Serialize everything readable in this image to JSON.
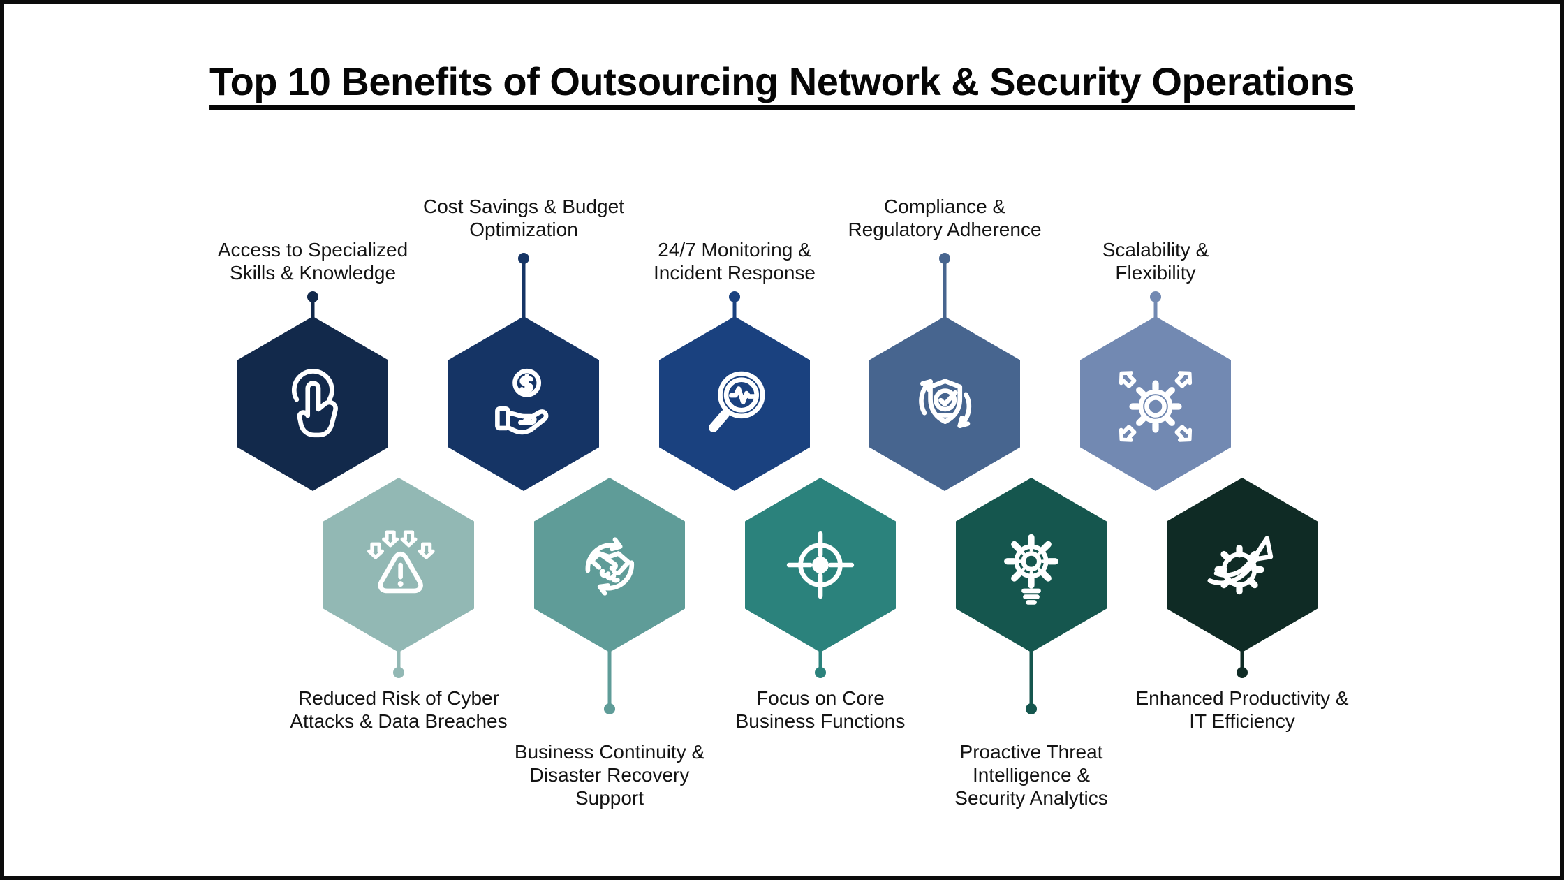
{
  "page": {
    "title": "Top 10 Benefits of Outsourcing Network & Security Operations"
  },
  "colors": {
    "background": "#FFFFFF",
    "frame_border": "#0B0B0B",
    "title_text": "#060606",
    "label_text": "#141414",
    "icon_stroke": "#FFFFFF"
  },
  "items": [
    {
      "label": "Access to Specialized Skills & Knowledge",
      "lines": [
        "Access to Specialized",
        "Skills & Knowledge"
      ],
      "color": "#12294B",
      "icon": "tap-gesture-icon",
      "row": "top"
    },
    {
      "label": "Cost Savings & Budget Optimization",
      "lines": [
        "Cost Savings & Budget",
        "Optimization"
      ],
      "color": "#153465",
      "icon": "money-hand-icon",
      "row": "top"
    },
    {
      "label": "24/7 Monitoring & Incident Response",
      "lines": [
        "24/7 Monitoring &",
        "Incident Response"
      ],
      "color": "#1A417F",
      "icon": "magnifier-pulse-icon",
      "row": "top"
    },
    {
      "label": "Compliance & Regulatory Adherence",
      "lines": [
        "Compliance &",
        "Regulatory Adherence"
      ],
      "color": "#47658F",
      "icon": "shield-check-cycle-icon",
      "row": "top"
    },
    {
      "label": "Scalability & Flexibility",
      "lines": [
        "Scalability &",
        "Flexibility"
      ],
      "color": "#7289B2",
      "icon": "gear-expand-arrows-icon",
      "row": "top"
    },
    {
      "label": "Reduced Risk of Cyber Attacks & Data Breaches",
      "lines": [
        "Reduced Risk of Cyber",
        "Attacks & Data Breaches"
      ],
      "color": "#92B8B4",
      "icon": "warning-triangle-arrows-icon",
      "row": "bottom"
    },
    {
      "label": "Business Continuity & Disaster Recovery Support",
      "lines": [
        "Business Continuity &",
        "Disaster Recovery",
        "Support"
      ],
      "color": "#5F9C98",
      "icon": "handshake-cycle-icon",
      "row": "bottom"
    },
    {
      "label": "Focus on Core Business Functions",
      "lines": [
        "Focus on Core",
        "Business Functions"
      ],
      "color": "#2B827C",
      "icon": "target-icon",
      "row": "bottom"
    },
    {
      "label": "Proactive Threat Intelligence & Security Analytics",
      "lines": [
        "Proactive Threat",
        "Intelligence &",
        "Security Analytics"
      ],
      "color": "#15564E",
      "icon": "gear-bulb-icon",
      "row": "bottom"
    },
    {
      "label": "Enhanced Productivity & IT Efficiency",
      "lines": [
        "Enhanced Productivity &",
        "IT Efficiency"
      ],
      "color": "#0F2B25",
      "icon": "gear-growth-arrow-icon",
      "row": "bottom"
    }
  ]
}
